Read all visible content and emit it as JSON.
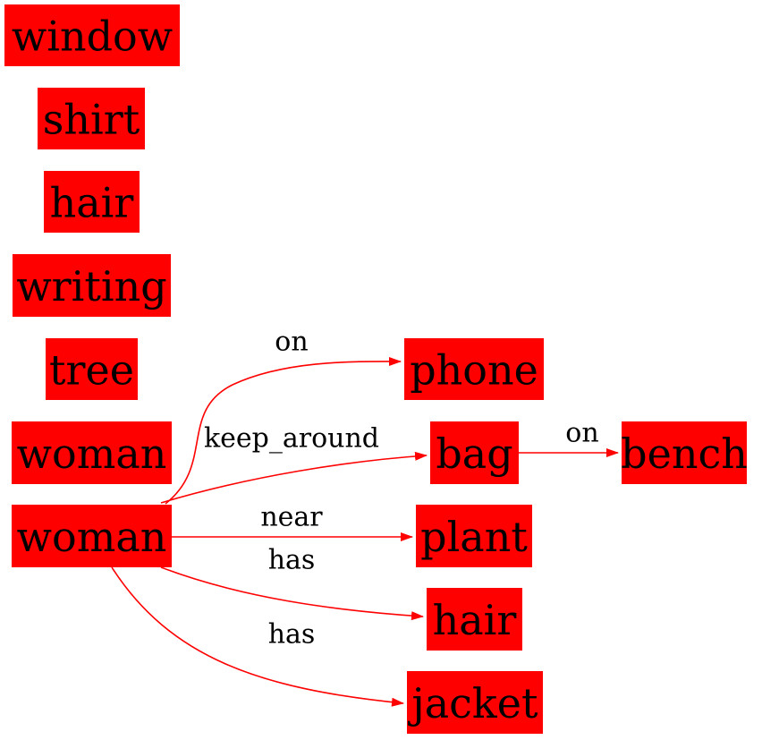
{
  "colors": {
    "node_fill": "#ff0000",
    "edge": "#ff0000",
    "text": "#000000",
    "background": "#ffffff"
  },
  "nodes": [
    {
      "id": "window",
      "label": "window"
    },
    {
      "id": "shirt",
      "label": "shirt"
    },
    {
      "id": "hair1",
      "label": "hair"
    },
    {
      "id": "writing",
      "label": "writing"
    },
    {
      "id": "tree",
      "label": "tree"
    },
    {
      "id": "woman1",
      "label": "woman"
    },
    {
      "id": "woman2",
      "label": "woman"
    },
    {
      "id": "phone",
      "label": "phone"
    },
    {
      "id": "bag",
      "label": "bag"
    },
    {
      "id": "bench",
      "label": "bench"
    },
    {
      "id": "plant",
      "label": "plant"
    },
    {
      "id": "hair2",
      "label": "hair"
    },
    {
      "id": "jacket",
      "label": "jacket"
    }
  ],
  "edges": [
    {
      "id": "e-woman-phone",
      "from": "woman2",
      "to": "phone",
      "label": "on"
    },
    {
      "id": "e-woman-bag",
      "from": "woman2",
      "to": "bag",
      "label": "keep_around"
    },
    {
      "id": "e-bag-bench",
      "from": "bag",
      "to": "bench",
      "label": "on"
    },
    {
      "id": "e-woman-plant",
      "from": "woman2",
      "to": "plant",
      "label": "near"
    },
    {
      "id": "e-woman-hair",
      "from": "woman2",
      "to": "hair2",
      "label": "has"
    },
    {
      "id": "e-woman-jacket",
      "from": "woman2",
      "to": "jacket",
      "label": "has"
    }
  ]
}
